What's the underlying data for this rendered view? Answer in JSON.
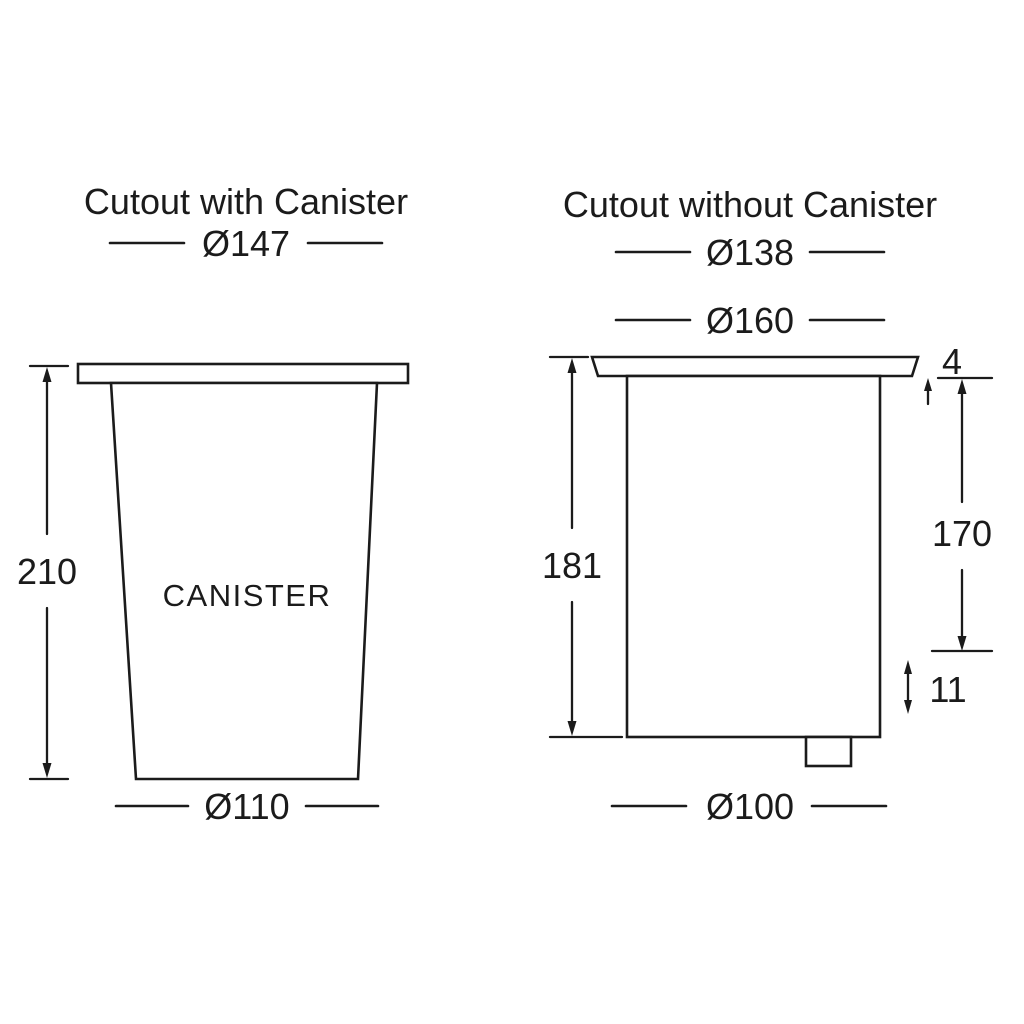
{
  "drawing": {
    "background": "#ffffff",
    "line_color": "#1b1b1b"
  },
  "left": {
    "title": "Cutout with Canister",
    "cutout_diameter": "Ø147",
    "body_label": "CANISTER",
    "overall_height": "210",
    "bottom_diameter": "Ø110"
  },
  "right": {
    "title": "Cutout without Canister",
    "cutout_diameter": "Ø138",
    "flange_diameter": "Ø160",
    "flange_thickness": "4",
    "overall_height": "181",
    "body_height": "170",
    "base_offset": "11",
    "bottom_diameter": "Ø100"
  }
}
